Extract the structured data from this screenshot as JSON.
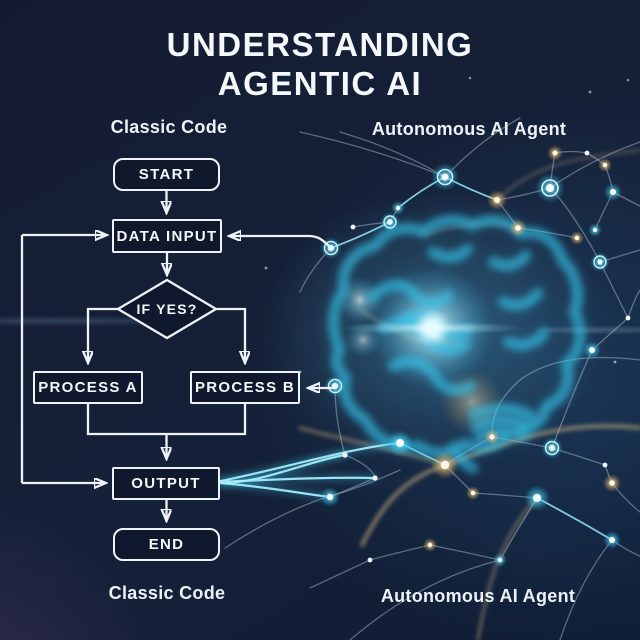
{
  "title": {
    "line1": "UNDERSTANDING",
    "line2": "AGENTIC AI"
  },
  "labels": {
    "left_top": "Classic Code",
    "right_top": "Autonomous AI Agent",
    "left_bottom": "Classic Code",
    "right_bottom": "Autonomous AI Agent"
  },
  "flowchart": {
    "nodes": [
      {
        "id": "start",
        "label": "START",
        "shape": "rounded"
      },
      {
        "id": "data-input",
        "label": "DATA INPUT",
        "shape": "rect"
      },
      {
        "id": "decision",
        "label": "IF YES?",
        "shape": "diamond"
      },
      {
        "id": "process-a",
        "label": "PROCESS A",
        "shape": "rect"
      },
      {
        "id": "process-b",
        "label": "PROCESS B",
        "shape": "rect"
      },
      {
        "id": "output",
        "label": "OUTPUT",
        "shape": "rect"
      },
      {
        "id": "end",
        "label": "END",
        "shape": "rounded"
      }
    ],
    "edges": [
      {
        "from": "start",
        "to": "data-input"
      },
      {
        "from": "data-input",
        "to": "decision"
      },
      {
        "from": "decision",
        "to": "process-a"
      },
      {
        "from": "decision",
        "to": "process-b"
      },
      {
        "from": "process-a",
        "to": "output"
      },
      {
        "from": "process-b",
        "to": "output"
      },
      {
        "from": "output",
        "to": "end"
      },
      {
        "from": "feedback-loop",
        "to": "data-input"
      },
      {
        "from": "feedback-loop",
        "to": "output"
      },
      {
        "from": "neural-network",
        "to": "data-input"
      },
      {
        "from": "neural-network",
        "to": "process-b"
      },
      {
        "from": "output",
        "to": "neural-network"
      }
    ]
  },
  "colors": {
    "background_navy": "#141b31",
    "background_purple": "#241a34",
    "flow_line": "#eef3f7",
    "accent_cyan": "#6fdcf6",
    "accent_gold": "#f2c87e",
    "text": "#f5f8fb"
  }
}
